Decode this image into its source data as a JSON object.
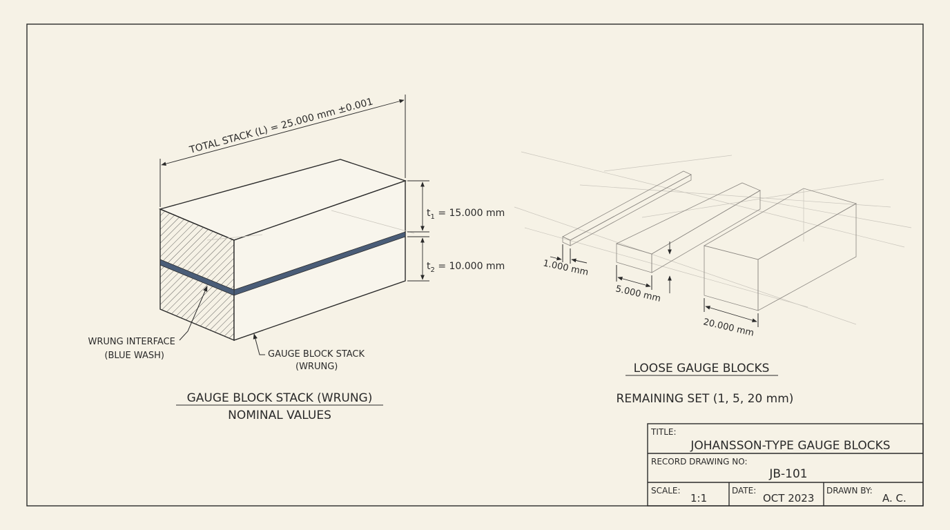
{
  "stack": {
    "total_label": "TOTAL STACK (L) = 25.000 mm ±0.001",
    "t1": {
      "sym": "t",
      "sub": "1",
      "val": " = 15.000 mm"
    },
    "t2": {
      "sym": "t",
      "sub": "2",
      "val": " = 10.000 mm"
    },
    "interface_label": [
      "WRUNG INTERFACE",
      "(BLUE WASH)"
    ],
    "stack_label": [
      "GAUGE BLOCK STACK",
      "(WRUNG)"
    ],
    "caption_line1": "GAUGE BLOCK STACK (WRUNG)",
    "caption_line2": "NOMINAL VALUES",
    "interface_color": "#4a5d78"
  },
  "loose": {
    "dims": [
      "1.000 mm",
      "5.000 mm",
      "20.000 mm"
    ],
    "caption_line1": "LOOSE GAUGE BLOCKS",
    "caption_line2": "REMAINING SET (1, 5, 20 mm)"
  },
  "title_block": {
    "title_label": "TITLE:",
    "title": "JOHANSSON-TYPE GAUGE BLOCKS",
    "record_label": "RECORD DRAWING NO:",
    "record_no": "JB-101",
    "scale_label": "SCALE:",
    "scale": "1:1",
    "date_label": "DATE:",
    "date": "OCT 2023",
    "drawn_label": "DRAWN BY:",
    "drawn_by": "A. C."
  }
}
